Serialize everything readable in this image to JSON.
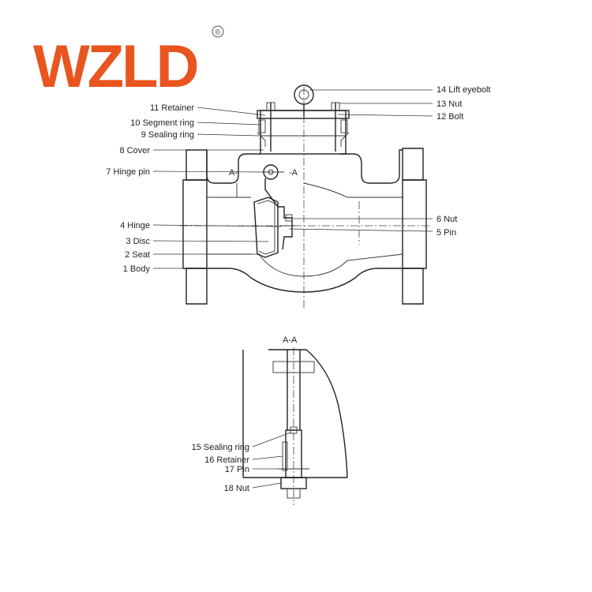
{
  "logo": {
    "text": "WZLD",
    "registered_mark": "®",
    "color": "#E8551E"
  },
  "section_label_left": "A-",
  "section_label_right": "-A",
  "section_title": "A-A",
  "parts_main": [
    {
      "key": "p14",
      "label": "14 Lift eyebolt"
    },
    {
      "key": "p13",
      "label": "13 Nut"
    },
    {
      "key": "p12",
      "label": "12 Bolt"
    },
    {
      "key": "p11",
      "label": "11 Retainer"
    },
    {
      "key": "p10",
      "label": "10 Segment ring"
    },
    {
      "key": "p9",
      "label": "9 Sealing ring"
    },
    {
      "key": "p8",
      "label": "8 Cover"
    },
    {
      "key": "p7",
      "label": "7 Hinge pin"
    },
    {
      "key": "p6",
      "label": "6 Nut"
    },
    {
      "key": "p5",
      "label": "5 Pin"
    },
    {
      "key": "p4",
      "label": "4 Hinge"
    },
    {
      "key": "p3",
      "label": "3 Disc"
    },
    {
      "key": "p2",
      "label": "2 Seat"
    },
    {
      "key": "p1",
      "label": "1 Body"
    }
  ],
  "parts_section": [
    {
      "key": "p15",
      "label": "15 Sealing ring"
    },
    {
      "key": "p16",
      "label": "16 Retainer"
    },
    {
      "key": "p17",
      "label": "17 Pin"
    },
    {
      "key": "p18",
      "label": "18 Nut"
    }
  ]
}
